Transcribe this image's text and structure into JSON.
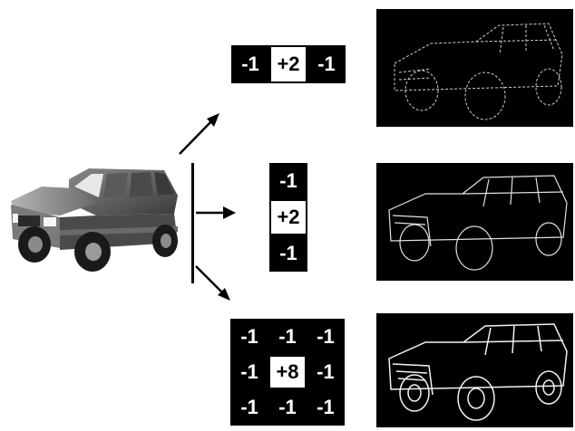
{
  "colors": {
    "kernel_negative_bg": "#000000",
    "kernel_negative_text": "#ffffff",
    "kernel_positive_bg": "#ffffff",
    "kernel_positive_text": "#000000",
    "panel_bg": "#000000",
    "edge_stroke": "#e8e8e8",
    "arrow": "#000000"
  },
  "kernels": {
    "horizontal": [
      "-1",
      "+2",
      "-1"
    ],
    "vertical": [
      "-1",
      "+2",
      "-1"
    ],
    "laplacian": [
      [
        "-1",
        "-1",
        "-1"
      ],
      [
        "-1",
        "+8",
        "-1"
      ],
      [
        "-1",
        "-1",
        "-1"
      ]
    ]
  },
  "icons": {
    "source": "car-photo-icon",
    "outputs": [
      "car-edge-horizontal-icon",
      "car-edge-vertical-icon",
      "car-edge-laplacian-icon"
    ]
  }
}
